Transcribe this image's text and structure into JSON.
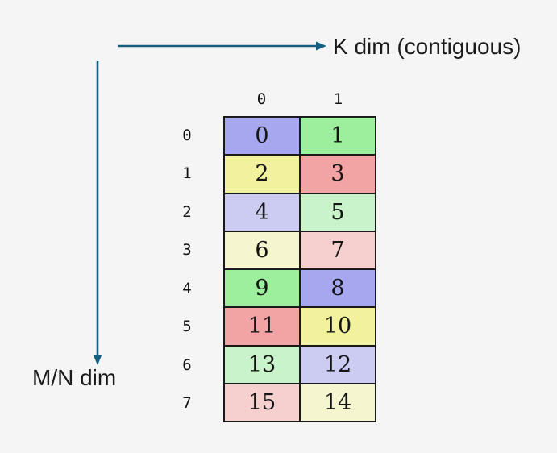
{
  "labels": {
    "k_dim": "K dim (contiguous)",
    "mn_dim": "M/N dim"
  },
  "colors": {
    "arrow": "#156082",
    "background": "#F4F5F4",
    "grid_border": "#1A1A1A",
    "text": "#1A1A1A"
  },
  "grid": {
    "col_headers": [
      "0",
      "1"
    ],
    "rows": [
      {
        "label": "0",
        "cells": [
          {
            "value": "0",
            "color": "#A7A7F0"
          },
          {
            "value": "1",
            "color": "#9DEF9D"
          }
        ]
      },
      {
        "label": "1",
        "cells": [
          {
            "value": "2",
            "color": "#F2F29E"
          },
          {
            "value": "3",
            "color": "#F2A3A3"
          }
        ]
      },
      {
        "label": "2",
        "cells": [
          {
            "value": "4",
            "color": "#CCCCF3"
          },
          {
            "value": "5",
            "color": "#C9F3C9"
          }
        ]
      },
      {
        "label": "3",
        "cells": [
          {
            "value": "6",
            "color": "#F5F6CF"
          },
          {
            "value": "7",
            "color": "#F6CFCF"
          }
        ]
      },
      {
        "label": "4",
        "cells": [
          {
            "value": "9",
            "color": "#9DEF9D"
          },
          {
            "value": "8",
            "color": "#A7A7F0"
          }
        ]
      },
      {
        "label": "5",
        "cells": [
          {
            "value": "11",
            "color": "#F2A3A3"
          },
          {
            "value": "10",
            "color": "#F2F29E"
          }
        ]
      },
      {
        "label": "6",
        "cells": [
          {
            "value": "13",
            "color": "#C9F3C9"
          },
          {
            "value": "12",
            "color": "#CCCCF3"
          }
        ]
      },
      {
        "label": "7",
        "cells": [
          {
            "value": "15",
            "color": "#F6CFCF"
          },
          {
            "value": "14",
            "color": "#F5F6CF"
          }
        ]
      }
    ]
  }
}
